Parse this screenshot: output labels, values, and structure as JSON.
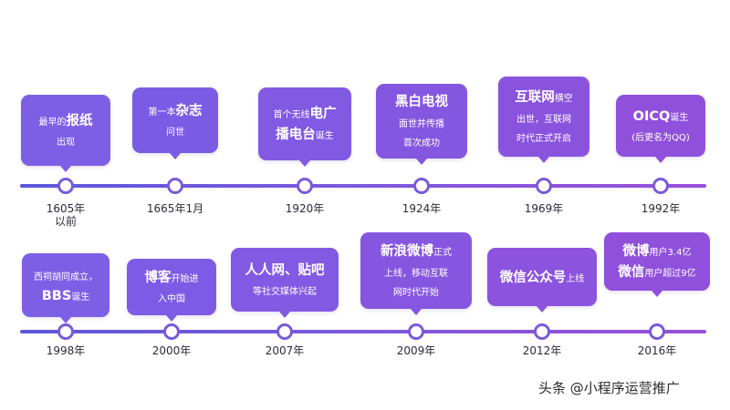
{
  "rows": [
    {
      "events": [
        {
          "id": "newspaper",
          "year": "1605年",
          "year2": "以前",
          "lines": [
            [
              {
                "t": "最早的",
                "b": false
              },
              {
                "t": "报纸",
                "b": true
              }
            ],
            [
              {
                "t": "出现",
                "b": false
              }
            ]
          ],
          "color": "#7d5fe6"
        },
        {
          "id": "magazine",
          "year": "1665年1月",
          "lines": [
            [
              {
                "t": "第一本",
                "b": false
              },
              {
                "t": "杂志",
                "b": true
              }
            ],
            [
              {
                "t": "问世",
                "b": false
              }
            ]
          ],
          "color": "#7a5ce4"
        },
        {
          "id": "radio",
          "year": "1920年",
          "lines": [
            [
              {
                "t": "首个无线",
                "b": false
              },
              {
                "t": "电广",
                "b": true
              }
            ],
            [
              {
                "t": "播电台",
                "b": true
              },
              {
                "t": "诞生",
                "b": false
              }
            ]
          ],
          "color": "#8159e2"
        },
        {
          "id": "television",
          "year": "1924年",
          "lines": [
            [
              {
                "t": "黑白电视",
                "b": true
              }
            ],
            [
              {
                "t": "面世并传播",
                "b": false
              }
            ],
            [
              {
                "t": "首次成功",
                "b": false
              }
            ]
          ],
          "color": "#8556e0"
        },
        {
          "id": "internet",
          "year": "1969年",
          "lines": [
            [
              {
                "t": "互联网",
                "b": true
              },
              {
                "t": "横空",
                "b": false
              }
            ],
            [
              {
                "t": "出世，互联网",
                "b": false
              }
            ],
            [
              {
                "t": "时代正式开启",
                "b": false
              }
            ]
          ],
          "color": "#8a53de"
        },
        {
          "id": "oicq",
          "year": "1992年",
          "lines": [
            [
              {
                "t": "OICQ",
                "b": true
              },
              {
                "t": "诞生",
                "b": false
              }
            ],
            [
              {
                "t": "(后更名为QQ)",
                "b": false
              }
            ]
          ],
          "color": "#9050dc"
        }
      ]
    },
    {
      "events": [
        {
          "id": "bbs",
          "year": "1998年",
          "lines": [
            [
              {
                "t": "西祠胡同成立，",
                "b": false
              }
            ],
            [
              {
                "t": "BBS",
                "b": true
              },
              {
                "t": "诞生",
                "b": false
              }
            ]
          ],
          "color": "#7d5fe6"
        },
        {
          "id": "blog",
          "year": "2000年",
          "lines": [
            [
              {
                "t": "博客",
                "b": true
              },
              {
                "t": "开始进",
                "b": false
              }
            ],
            [
              {
                "t": "入中国",
                "b": false
              }
            ]
          ],
          "color": "#7d5be4"
        },
        {
          "id": "renren",
          "year": "2007年",
          "lines": [
            [
              {
                "t": "人人网、贴吧",
                "b": true
              }
            ],
            [
              {
                "t": "等社交媒体兴起",
                "b": false
              }
            ]
          ],
          "color": "#8259e2"
        },
        {
          "id": "weibo",
          "year": "2009年",
          "lines": [
            [
              {
                "t": "新浪微博",
                "b": true
              },
              {
                "t": "正式",
                "b": false
              }
            ],
            [
              {
                "t": "上线，移动互联",
                "b": false
              }
            ],
            [
              {
                "t": "网时代开始",
                "b": false
              }
            ]
          ],
          "color": "#8756e0"
        },
        {
          "id": "wechat-official",
          "year": "2012年",
          "lines": [
            [
              {
                "t": "微信公众号",
                "b": true
              },
              {
                "t": "上线",
                "b": false
              }
            ]
          ],
          "color": "#8b53de"
        },
        {
          "id": "users",
          "year": "2016年",
          "lines": [
            [
              {
                "t": "微博",
                "b": true
              },
              {
                "t": "用户3.4亿",
                "b": false
              }
            ],
            [
              {
                "t": "微信",
                "b": true
              },
              {
                "t": "用户超过9亿",
                "b": false
              }
            ]
          ],
          "color": "#9050dc"
        }
      ]
    }
  ],
  "watermark": "头条 @小程序运营推广"
}
